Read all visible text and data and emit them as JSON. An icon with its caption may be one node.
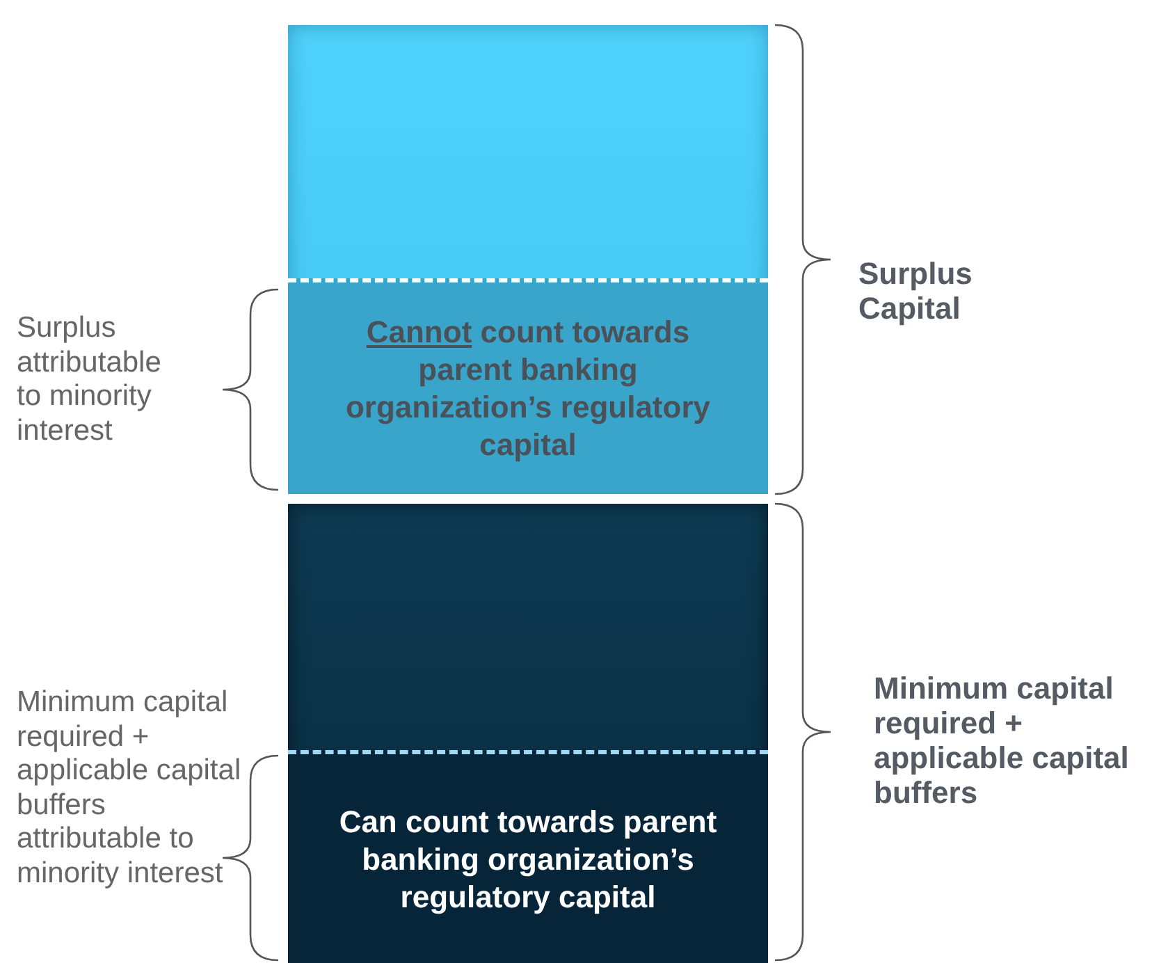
{
  "diagram": {
    "nodes": [
      {
        "text": [],
        "shape": "bar"
      },
      {
        "text": [
          "Cannot",
          "count towards parent banking organization’s regulatory capital"
        ],
        "in": 0
      },
      {
        "text": [],
        "shape": "bar"
      },
      {
        "text": [
          "Can count towards parent banking organization’s regulatory capital"
        ],
        "in": 2
      }
    ],
    "labels": [
      "Surplus attributable to minority interest",
      "Surplus Capital",
      "Minimum capital required + applicable capital buffers attributable to minority interest",
      "Minimum capital required + applicable capital buffers"
    ]
  }
}
